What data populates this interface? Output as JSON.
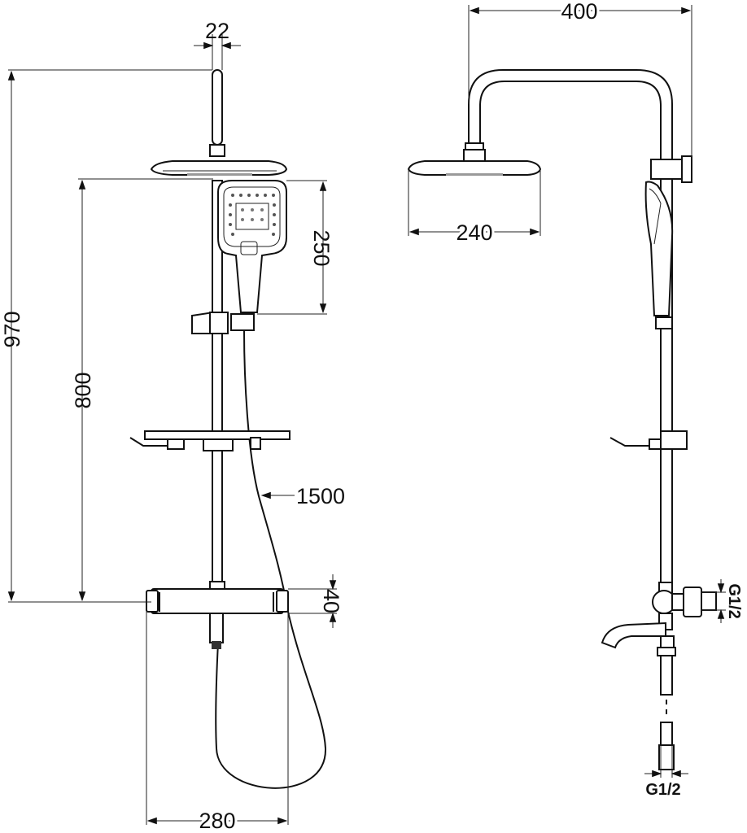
{
  "dimensions": {
    "pipe_diameter": "22",
    "total_height": "970",
    "rail_height": "800",
    "hand_shower_length": "250",
    "hose_length": "1500",
    "mixer_height": "40",
    "mixer_width": "280",
    "arm_reach": "400",
    "head_diameter": "240",
    "inlet_thread_side": "G1/2",
    "inlet_thread_bottom": "G1/2"
  }
}
